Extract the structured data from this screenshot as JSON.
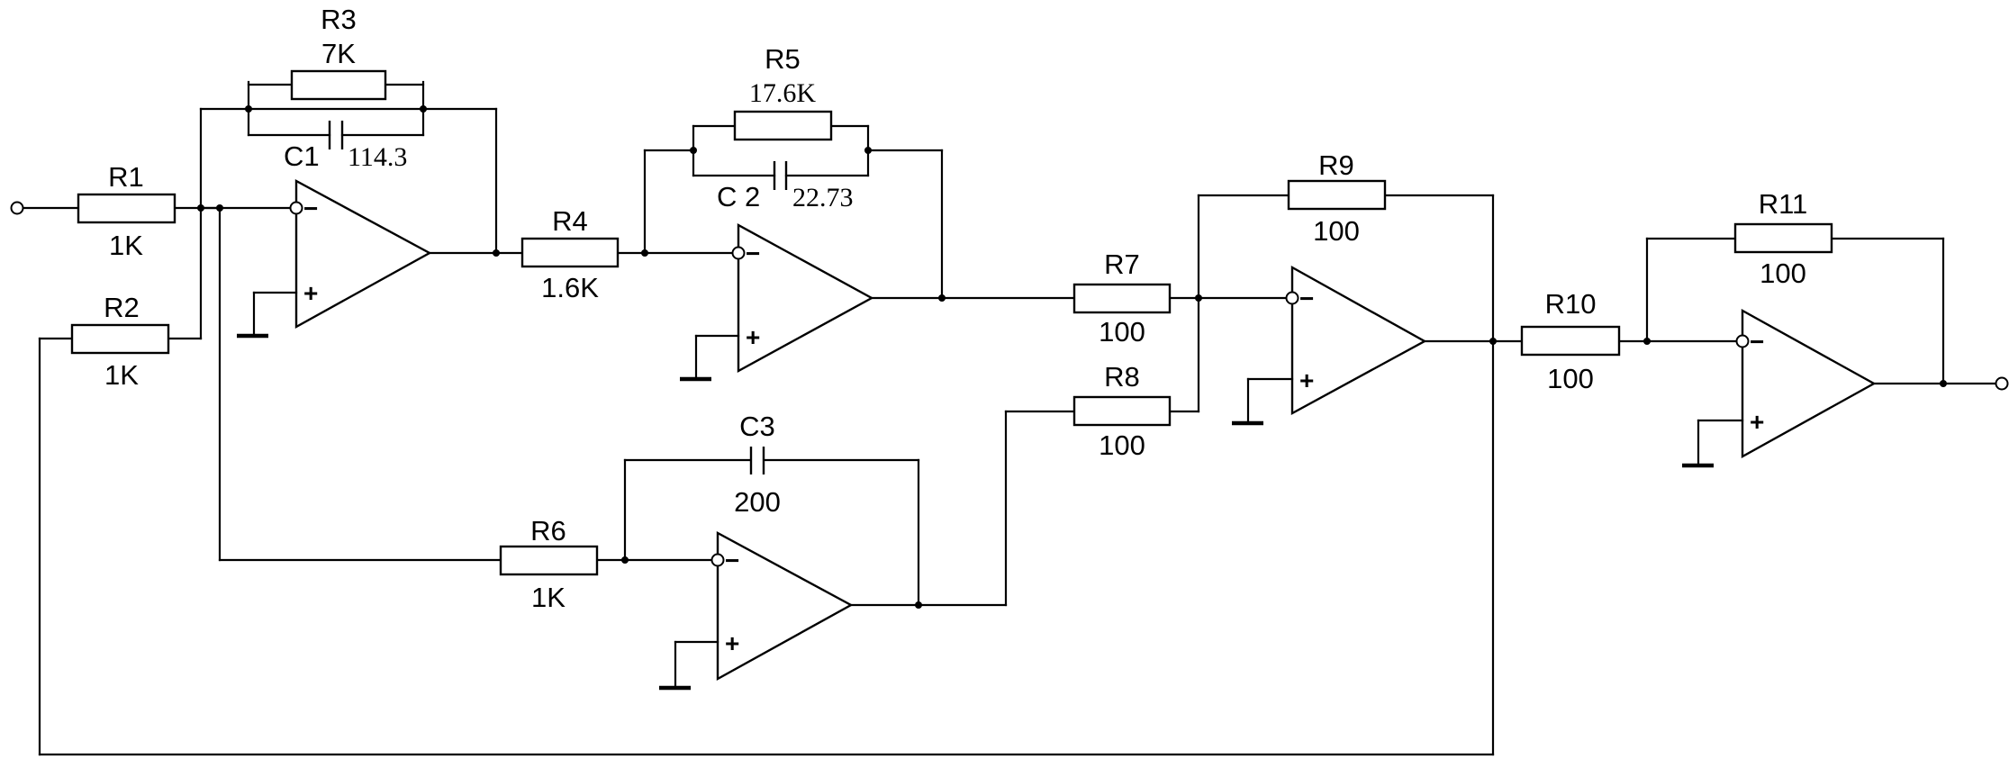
{
  "components": {
    "R1": {
      "label": "R1",
      "value": "1K"
    },
    "R2": {
      "label": "R2",
      "value": "1K"
    },
    "R3": {
      "label": "R3",
      "value": "7K"
    },
    "C1": {
      "label": "C1",
      "value": "114.3"
    },
    "R4": {
      "label": "R4",
      "value": "1.6K"
    },
    "R5": {
      "label": "R5",
      "value": "17.6K"
    },
    "C2": {
      "label": "C 2",
      "value": "22.73"
    },
    "R6": {
      "label": "R6",
      "value": "1K"
    },
    "C3": {
      "label": "C3",
      "value": "200"
    },
    "R7": {
      "label": "R7",
      "value": "100"
    },
    "R8": {
      "label": "R8",
      "value": "100"
    },
    "R9": {
      "label": "R9",
      "value": "100"
    },
    "R10": {
      "label": "R10",
      "value": "100"
    },
    "R11": {
      "label": "R11",
      "value": "100"
    }
  },
  "opamp_pins": {
    "minus": "−",
    "plus": "+"
  }
}
